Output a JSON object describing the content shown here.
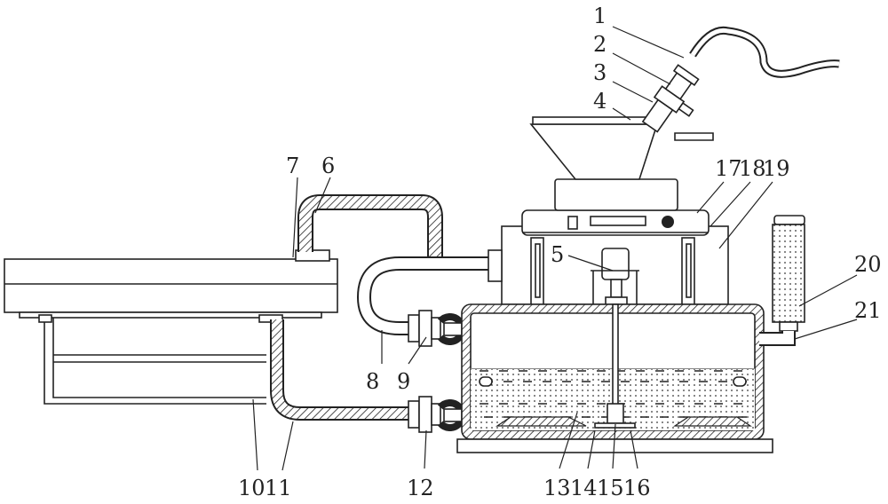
{
  "diagram": {
    "labels": {
      "l1": "1",
      "l2": "2",
      "l3": "3",
      "l4": "4",
      "l5": "5",
      "l6": "6",
      "l7": "7",
      "l8": "8",
      "l9": "9",
      "l10": "10",
      "l11": "11",
      "l12": "12",
      "l13": "13",
      "l14": "14",
      "l15": "15",
      "l16": "16",
      "l17": "17",
      "l18": "18",
      "l19": "19",
      "l20": "20",
      "l21": "21"
    },
    "colors": {
      "line": "#222222",
      "background": "#ffffff"
    }
  }
}
